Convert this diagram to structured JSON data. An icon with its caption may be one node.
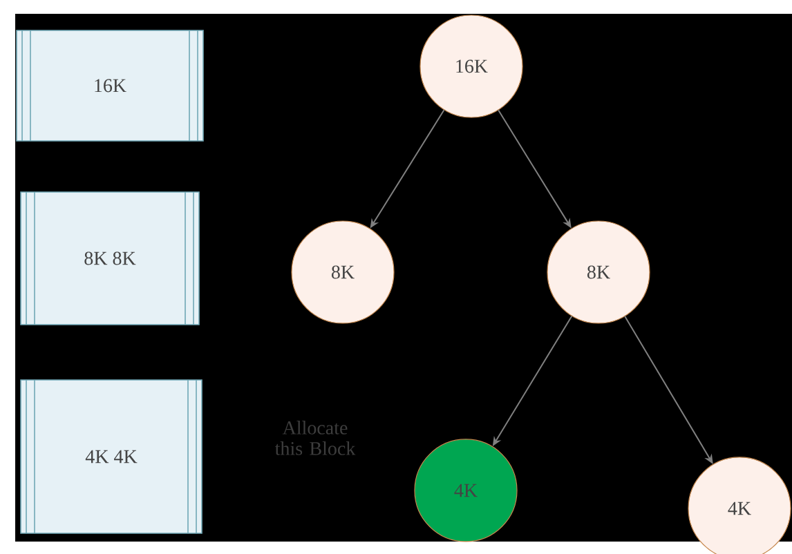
{
  "diagram": {
    "nodes": [
      {
        "text": [
          "16K"
        ]
      },
      {
        "text": [
          "8K 8K"
        ]
      },
      {
        "text": [
          "4K 4K"
        ]
      },
      {
        "text": [
          "16K"
        ]
      },
      {
        "text": [
          "8K"
        ]
      },
      {
        "text": [
          "8K"
        ]
      },
      {
        "text": [
          "4K"
        ]
      },
      {
        "text": [
          "4K"
        ]
      }
    ],
    "edges": [
      {
        "from": 3,
        "to": 4,
        "arrow": "to"
      },
      {
        "from": 3,
        "to": 5,
        "arrow": "to"
      },
      {
        "from": 5,
        "to": 6,
        "arrow": "to"
      },
      {
        "from": 5,
        "to": 7,
        "arrow": "to"
      }
    ],
    "labels": [
      "Allocate this Block"
    ]
  }
}
